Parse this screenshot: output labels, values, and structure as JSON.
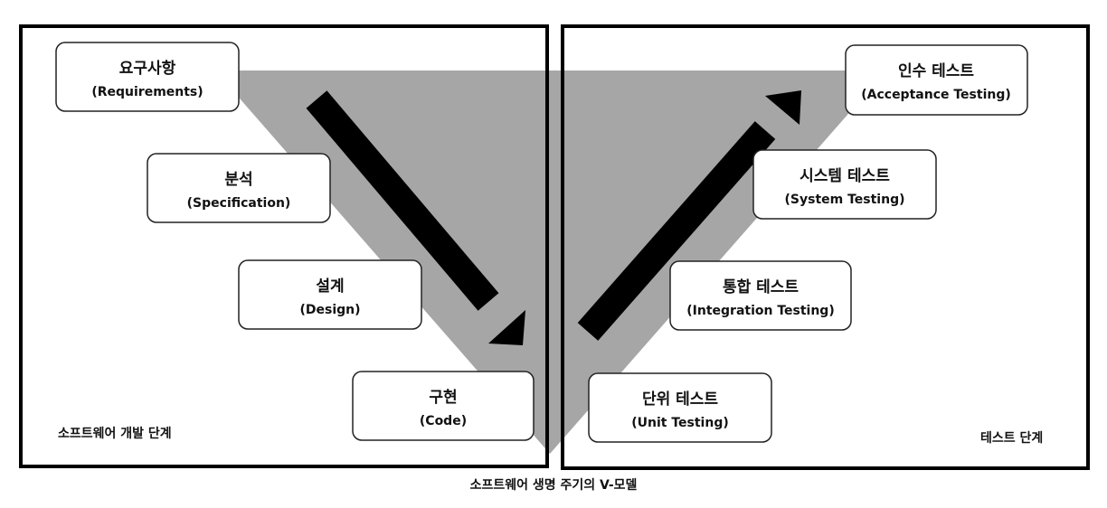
{
  "left_phase_label": "소프트웨어 개발 단계",
  "right_phase_label": "테스트 단계",
  "caption": "소프트웨어 생명 주기의 V-모델",
  "stages": {
    "requirements": {
      "title": "요구사항",
      "subtitle": "(Requirements)"
    },
    "specification": {
      "title": "분석",
      "subtitle": "(Specification)"
    },
    "design": {
      "title": "설계",
      "subtitle": "(Design)"
    },
    "code": {
      "title": "구현",
      "subtitle": "(Code)"
    },
    "unit": {
      "title": "단위 테스트",
      "subtitle": "(Unit Testing)"
    },
    "integration": {
      "title": "통합 테스트",
      "subtitle": "(Integration Testing)"
    },
    "system": {
      "title": "시스템 테스트",
      "subtitle": "(System Testing)"
    },
    "acceptance": {
      "title": "인수 테스트",
      "subtitle": "(Acceptance Testing)"
    }
  },
  "colors": {
    "triangle": "#a6a6a6",
    "arrow": "#000000",
    "frame": "#000000"
  }
}
